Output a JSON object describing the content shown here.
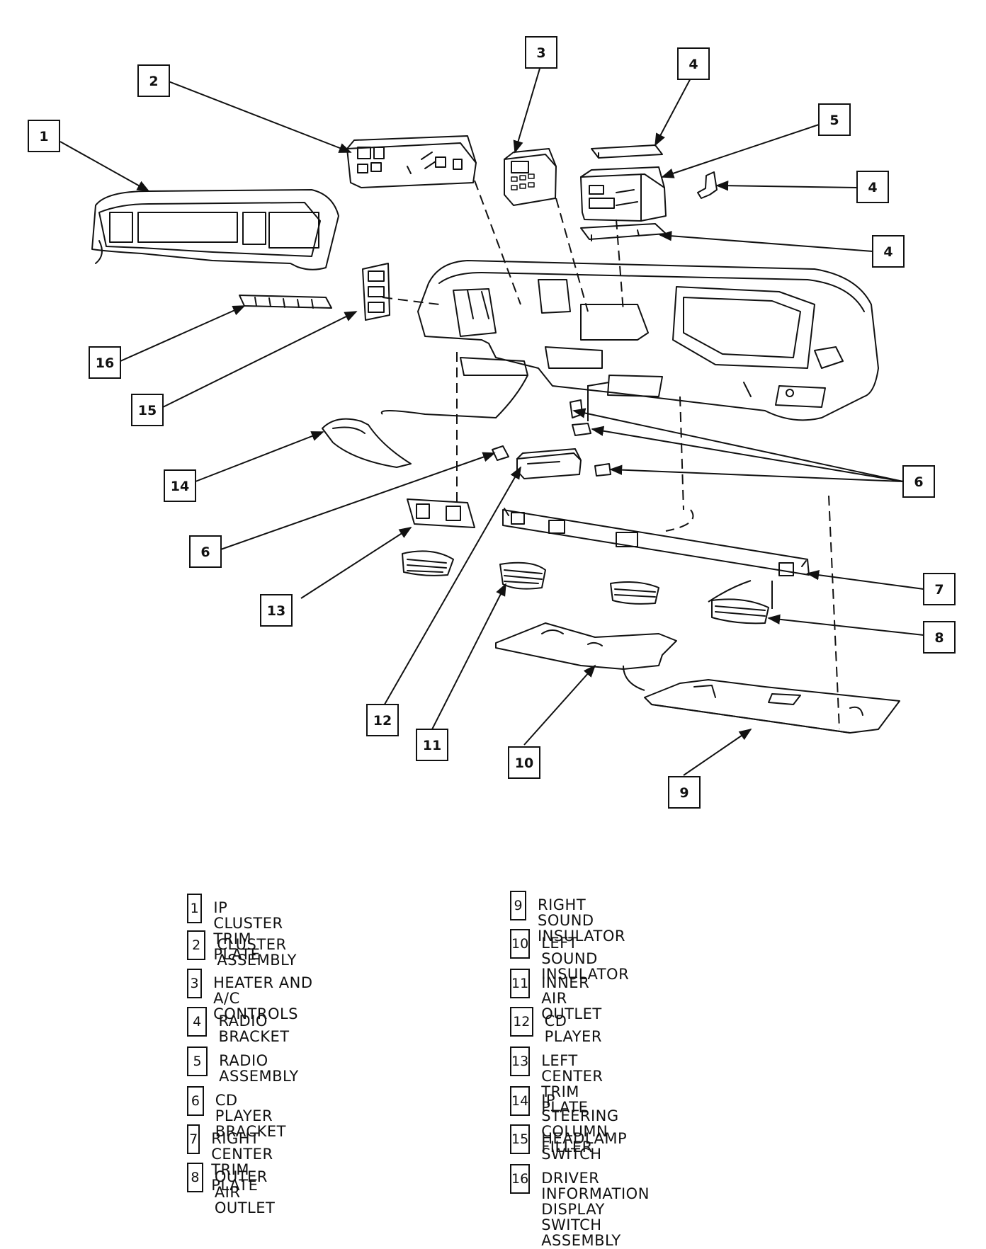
{
  "callouts": [
    {
      "id": "c1",
      "label": "1"
    },
    {
      "id": "c2",
      "label": "2"
    },
    {
      "id": "c3",
      "label": "3"
    },
    {
      "id": "c4a",
      "label": "4"
    },
    {
      "id": "c5",
      "label": "5"
    },
    {
      "id": "c4b",
      "label": "4"
    },
    {
      "id": "c4c",
      "label": "4"
    },
    {
      "id": "c16",
      "label": "16"
    },
    {
      "id": "c15",
      "label": "15"
    },
    {
      "id": "c14",
      "label": "14"
    },
    {
      "id": "c6a",
      "label": "6"
    },
    {
      "id": "c6b",
      "label": "6"
    },
    {
      "id": "c7",
      "label": "7"
    },
    {
      "id": "c8",
      "label": "8"
    },
    {
      "id": "c13",
      "label": "13"
    },
    {
      "id": "c12",
      "label": "12"
    },
    {
      "id": "c11",
      "label": "11"
    },
    {
      "id": "c10",
      "label": "10"
    },
    {
      "id": "c9",
      "label": "9"
    }
  ],
  "legend": [
    {
      "num": "1",
      "label": "IP CLUSTER TRIM PLATE"
    },
    {
      "num": "2",
      "label": "CLUSTER ASSEMBLY"
    },
    {
      "num": "3",
      "label": "HEATER AND A/C CONTROLS"
    },
    {
      "num": "4",
      "label": "RADIO BRACKET"
    },
    {
      "num": "5",
      "label": "RADIO ASSEMBLY"
    },
    {
      "num": "6",
      "label": "CD PLAYER BRACKET"
    },
    {
      "num": "7",
      "label": "RIGHT CENTER TRIM PLATE"
    },
    {
      "num": "8",
      "label": "OUTER AIR OUTLET"
    },
    {
      "num": "9",
      "label": "RIGHT SOUND INSULATOR"
    },
    {
      "num": "10",
      "label": "LEFT SOUND INSULATOR"
    },
    {
      "num": "11",
      "label": "INNER AIR OUTLET"
    },
    {
      "num": "12",
      "label": "CD PLAYER"
    },
    {
      "num": "13",
      "label": "LEFT CENTER TRIM PLATE"
    },
    {
      "num": "14",
      "label": "IP STEERING COLUMN FILLER"
    },
    {
      "num": "15",
      "label": "HEADLAMP SWITCH"
    },
    {
      "num": "16",
      "label": "DRIVER INFORMATION\nDISPLAY SWITCH ASSEMBLY"
    }
  ]
}
